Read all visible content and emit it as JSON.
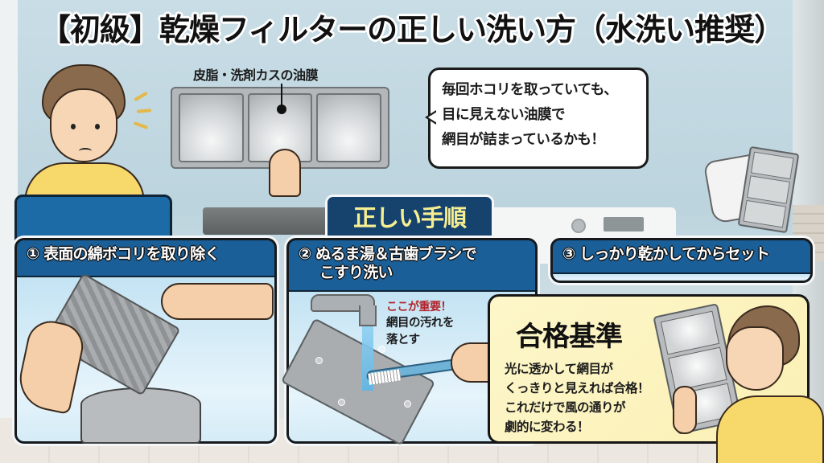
{
  "title": "【初級】乾燥フィルターの正しい洗い方（水洗い推奨）",
  "intro": {
    "filter_label": "皮脂・洗剤カスの油膜",
    "speech_bubble": {
      "lines": [
        "毎回ホコリを取っていても、",
        "目に見えない油膜で",
        "網目が詰まっているかも！"
      ]
    }
  },
  "steps_header": "正しい手順",
  "steps": [
    {
      "number": "①",
      "label": "表面の綿ボコリを取り除く"
    },
    {
      "number": "②",
      "label_line1": "ぬるま湯＆古歯ブラシで",
      "label_line2": "こすり洗い",
      "callout_important": "ここが重要！",
      "callout_line1": "網目の汚れを",
      "callout_line2": "落とす"
    },
    {
      "number": "③",
      "label": "しっかり乾かしてからセット"
    }
  ],
  "criteria": {
    "heading": "合格基準",
    "lines": [
      "光に透かして網目が",
      "くっきりと見えれば合格！",
      "これだけで風の通りが",
      "劇的に変わる！"
    ]
  },
  "colors": {
    "panel_blue": "#1a5f98",
    "header_navy": "#15436e",
    "header_text_yellow": "#f8ee92",
    "important_red": "#b3232a",
    "criteria_bg": "#fdf6c9",
    "shirt_yellow": "#f7d86a"
  }
}
